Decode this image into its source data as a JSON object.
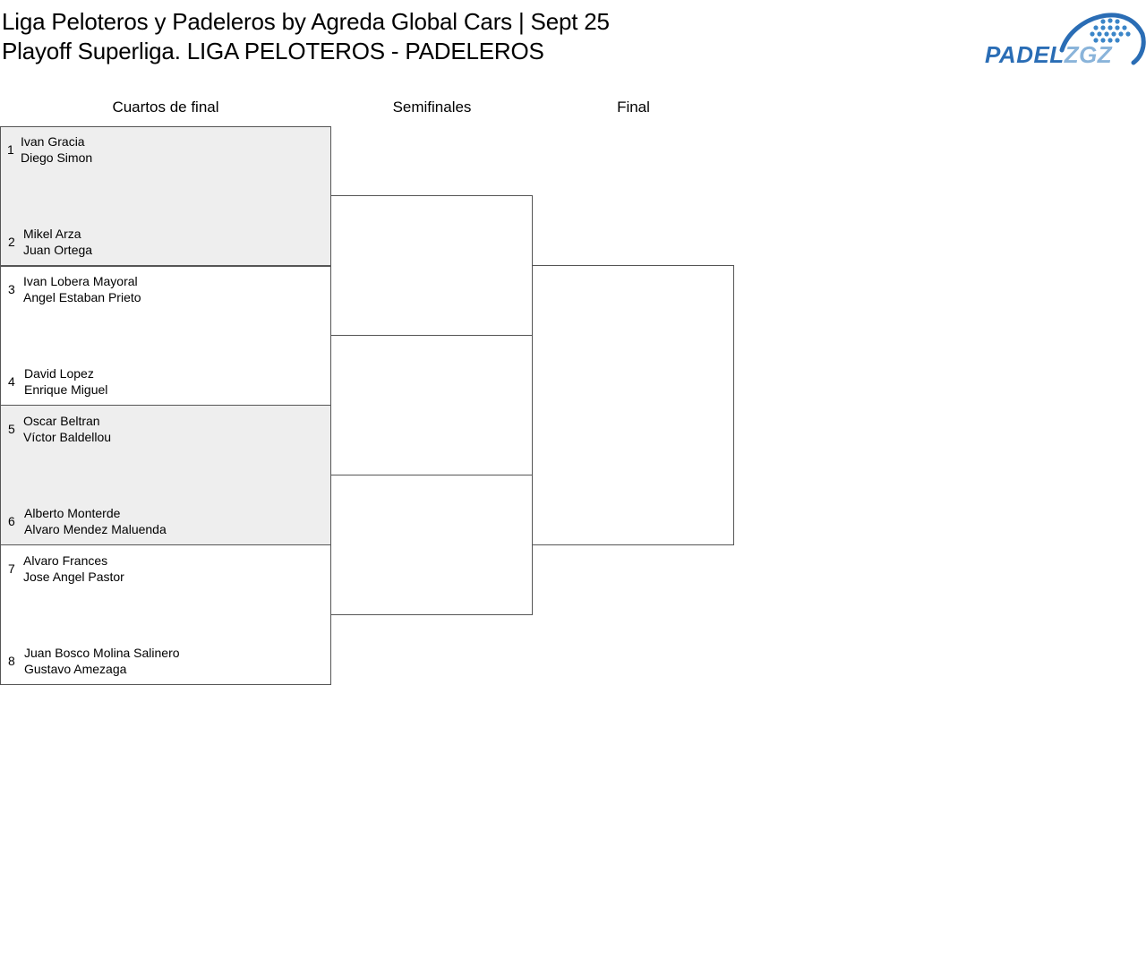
{
  "header": {
    "title_line1": "Liga Peloteros y Padeleros by Agreda Global Cars | Sept 25",
    "title_line2": "Playoff Superliga. LIGA PELOTEROS - PADELEROS",
    "logo_text_part1": "PADEL",
    "logo_text_part2": "ZGZ"
  },
  "rounds": {
    "quarterfinals": "Cuartos de final",
    "semifinals": "Semifinales",
    "final": "Final"
  },
  "entries": [
    {
      "seed": "1",
      "player1": "Ivan Gracia",
      "player2": "Diego Simon"
    },
    {
      "seed": "2",
      "player1": "Mikel Arza",
      "player2": "Juan Ortega"
    },
    {
      "seed": "3",
      "player1": "Ivan Lobera Mayoral",
      "player2": "Angel Estaban Prieto"
    },
    {
      "seed": "4",
      "player1": "David Lopez",
      "player2": "Enrique Miguel"
    },
    {
      "seed": "5",
      "player1": "Oscar Beltran",
      "player2": "Víctor Baldellou"
    },
    {
      "seed": "6",
      "player1": "Alberto Monterde",
      "player2": "Alvaro Mendez Maluenda"
    },
    {
      "seed": "7",
      "player1": "Alvaro Frances",
      "player2": "Jose Angel Pastor"
    },
    {
      "seed": "8",
      "player1": "Juan Bosco Molina Salinero",
      "player2": "Gustavo Amezaga"
    }
  ],
  "colors": {
    "shaded_match_bg": "#eeeeee",
    "logo_dark_blue": "#2a6db5",
    "logo_light_blue": "#8ab4da",
    "border": "#555555"
  },
  "icons": {
    "logo_mark": "padel-ball-icon"
  }
}
